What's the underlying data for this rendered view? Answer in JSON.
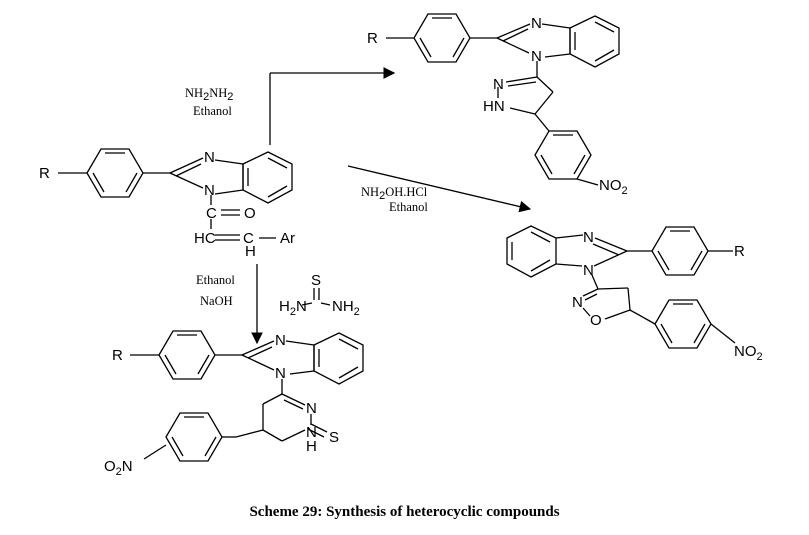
{
  "caption": "Scheme 29: Synthesis of heterocyclic compounds",
  "reagents": {
    "hydrazine_line1": "NH2NH2",
    "hydrazine_line2": "Ethanol",
    "hydroxylamine_line1": "NH2OH.HCl",
    "hydroxylamine_line2": "Ethanol",
    "thiourea_line1": "Ethanol",
    "thiourea_line2": "NaOH"
  },
  "labels": {
    "R": "R",
    "N": "N",
    "NH": "HN",
    "NH_ring": "H",
    "O": "O",
    "S": "S",
    "C": "C",
    "HC": "HC",
    "Ar": "Ar",
    "H": "H",
    "NO2": "NO",
    "O2N": "O",
    "NH2_a": "H",
    "NH2_b": "NH"
  }
}
